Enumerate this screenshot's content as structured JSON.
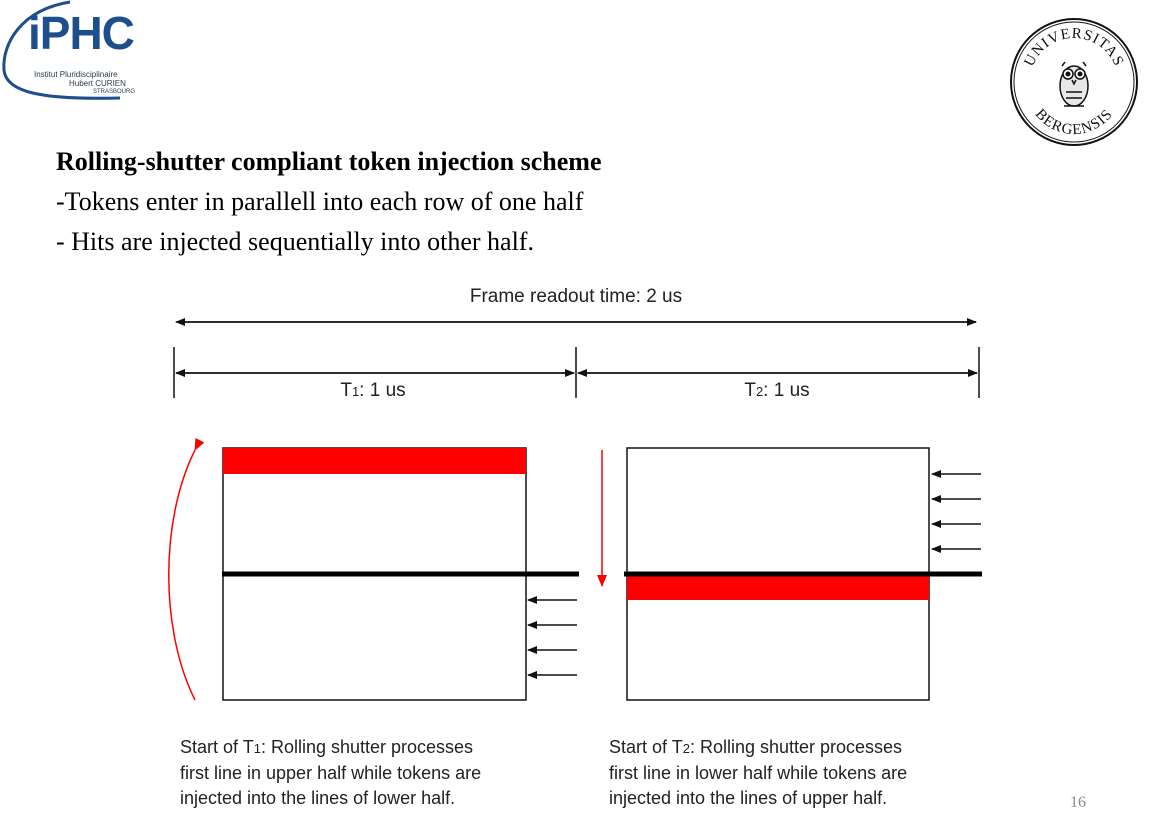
{
  "logo": {
    "letters": "iPHC",
    "line1": "Institut Pluridisciplinaire",
    "line2": "Hubert CURIEN",
    "line3": "STRASBOURG"
  },
  "seal": {
    "text_top": "UNIVERSITAS",
    "text_bottom": "BERGENSIS"
  },
  "slide": {
    "title": "Rolling-shutter compliant token injection scheme",
    "bullets": [
      "-Tokens enter in parallell into each row of one half",
      "- Hits are injected sequentially into other half."
    ]
  },
  "diagram": {
    "frame_label": "Frame readout time: 2 us",
    "t1_label_prefix": "T",
    "t1_index": "1",
    "t1_label_suffix": ": 1 us",
    "t2_label_prefix": "T",
    "t2_index": "2",
    "t2_label_suffix": ": 1 us",
    "colors": {
      "highlight": "#ff0000",
      "line": "#000000"
    }
  },
  "captions": {
    "left": {
      "prefix": "Start of T",
      "index": "1",
      "line1_rest": ": Rolling shutter processes",
      "line2": "first line in upper half while tokens are",
      "line3": "injected into the lines of lower half."
    },
    "right": {
      "prefix": "Start of T",
      "index": "2",
      "line1_rest": ": Rolling shutter processes",
      "line2": "first line in lower half while tokens are",
      "line3": "injected into the lines of upper half."
    }
  },
  "page_number": "16"
}
